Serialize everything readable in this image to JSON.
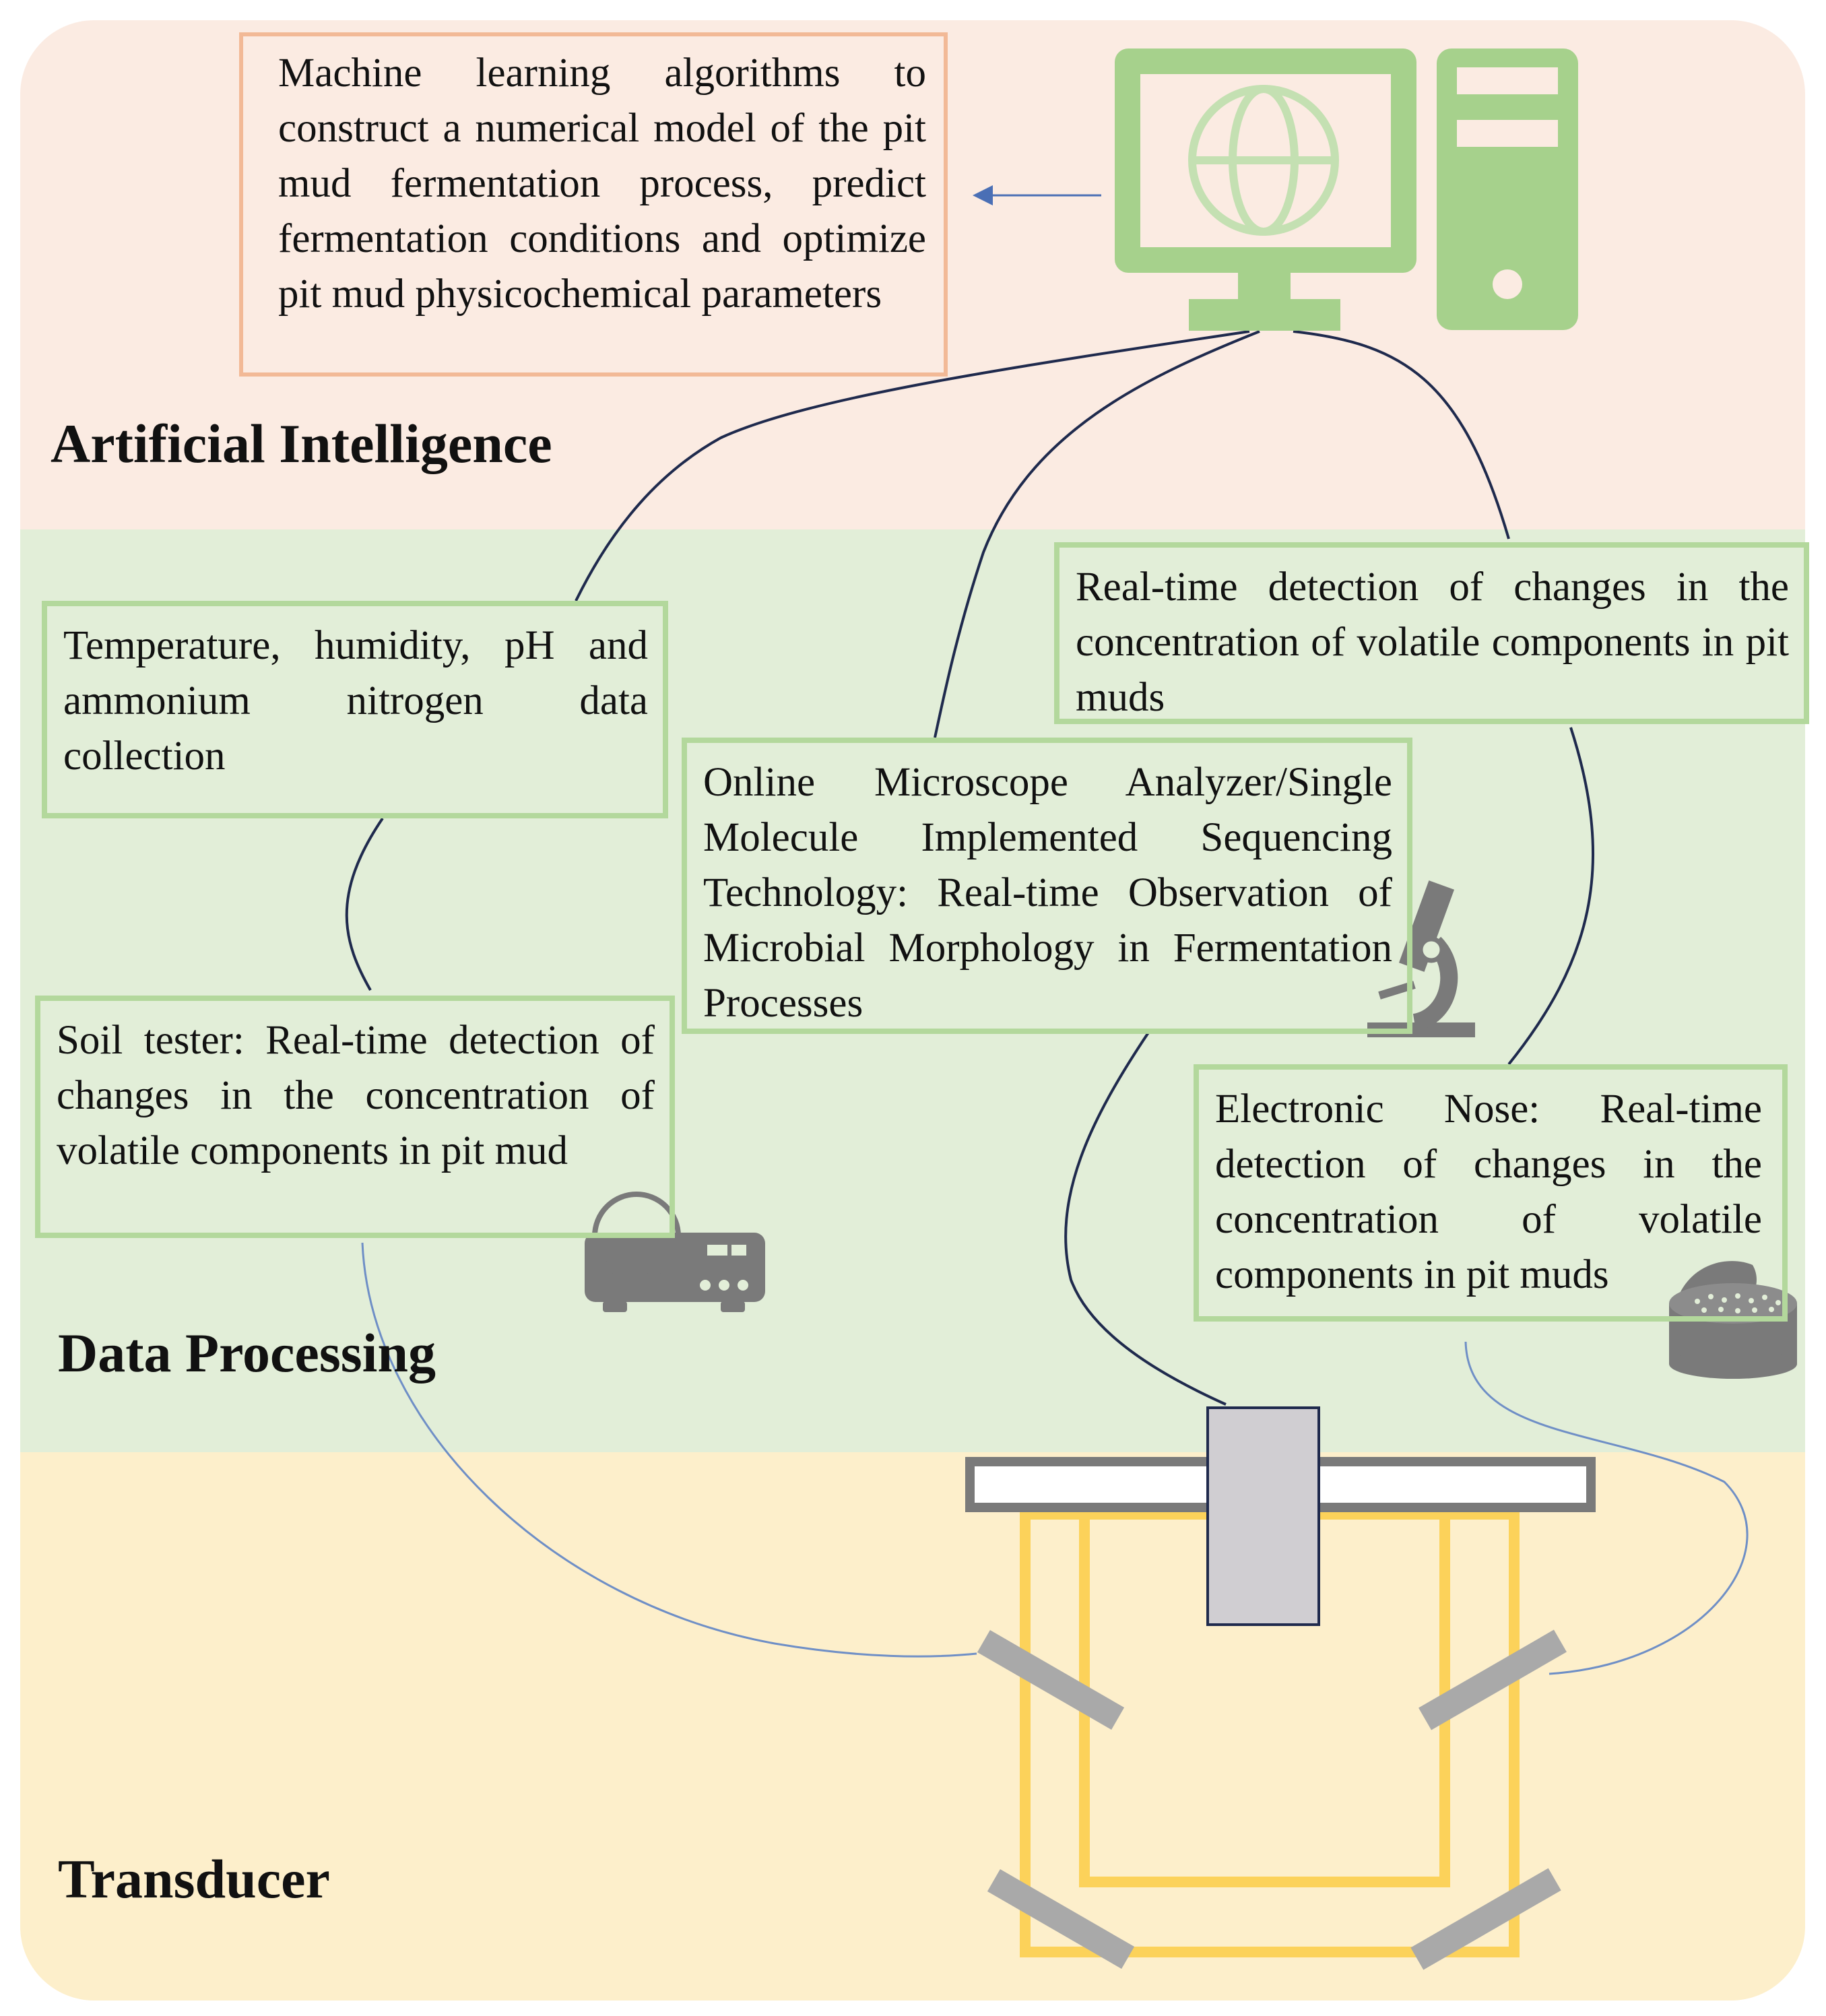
{
  "sections": {
    "artificial_intelligence": "Artificial Intelligence",
    "data_processing": "Data Processing",
    "transducer": "Transducer"
  },
  "boxes": {
    "ml_model": "Machine learning algorithms to construct a numerical model of the pit mud fermentation process, predict fermentation conditions and optimize pit mud physicochemical parameters",
    "temp_humidity": "Temperature, humidity, pH and ammonium nitrogen data collection",
    "volatile_realtime": "Real-time detection of changes in the concentration of volatile components in pit muds",
    "microscope": "Online Microscope Analyzer/Single Molecule Implemented Sequencing Technology: Real-time Observation of Microbial Morphology in Fermentation Processes",
    "soil_tester": "Soil tester: Real-time detection of changes in the concentration of volatile components in pit mud",
    "electronic_nose": "Electronic Nose: Real-time detection of changes in the concentration of volatile components in pit muds"
  },
  "icons": [
    "computer-icon",
    "microscope-icon",
    "soil-tester-icon",
    "electronic-nose-icon"
  ],
  "colors": {
    "ai_band": "#fbebe2",
    "data_band": "#e2eed8",
    "transducer_band": "#fdefcb",
    "green_border": "#b3d89c",
    "peach_border": "#f2b996",
    "computer": "#a6d18c",
    "pit_frame": "#fcd25a",
    "device_gray": "#7a7a7a",
    "sensor_gray": "#a9a9a9",
    "dark_line": "#1f2a4d",
    "blue_line": "#6f8fc6"
  }
}
